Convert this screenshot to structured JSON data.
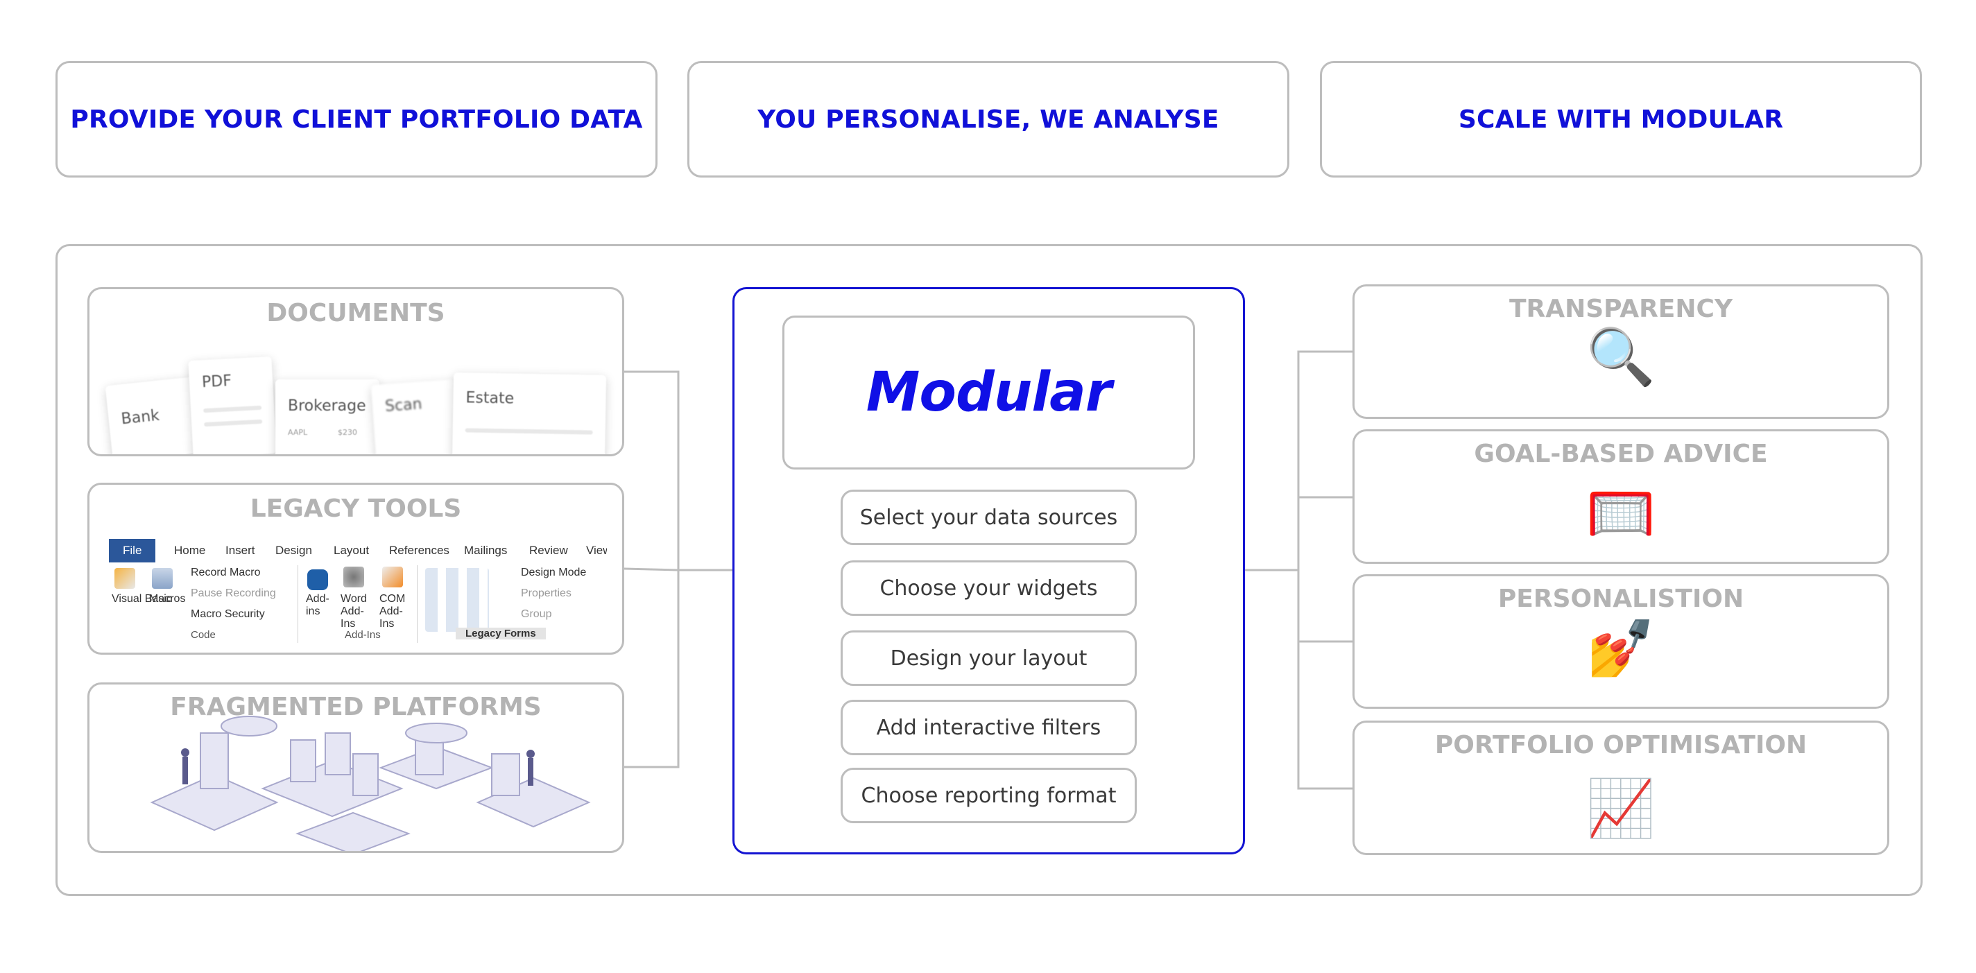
{
  "steps": [
    "PROVIDE YOUR CLIENT PORTFOLIO DATA",
    "YOU PERSONALISE, WE ANALYSE",
    "SCALE WITH MODULAR"
  ],
  "left_panels": {
    "documents": {
      "title": "DOCUMENTS",
      "cards": [
        "Bank",
        "PDF",
        "Brokerage",
        "Scan",
        "Estate"
      ],
      "card_sub": [
        "AAPL",
        "$230"
      ]
    },
    "legacy_tools": {
      "title": "LEGACY TOOLS",
      "ribbon": {
        "tabs": [
          "File",
          "Home",
          "Insert",
          "Design",
          "Layout",
          "References",
          "Mailings",
          "Review",
          "View"
        ],
        "code_group": {
          "visual_basic": "Visual Basic",
          "macros": "Macros",
          "record_macro": "Record Macro",
          "pause_recording": "Pause Recording",
          "macro_security": "Macro Security",
          "label": "Code"
        },
        "addins_group": {
          "add_ins": "Add-ins",
          "word_add_ins": "Word Add-Ins",
          "com_add_ins": "COM Add-Ins",
          "label": "Add-Ins"
        },
        "controls_group": {
          "design_mode": "Design Mode",
          "properties": "Properties",
          "group": "Group",
          "legacy_forms": "Legacy Forms"
        }
      }
    },
    "fragmented_platforms": {
      "title": "FRAGMENTED PLATFORMS"
    }
  },
  "center": {
    "logo": "Modular",
    "steps": [
      "Select your data sources",
      "Choose your widgets",
      "Design your layout",
      "Add interactive filters",
      "Choose reporting format"
    ],
    "accent_color": "#1414d2"
  },
  "right_panels": [
    {
      "title": "TRANSPARENCY",
      "emoji": "🔍",
      "icon": "magnifier-icon"
    },
    {
      "title": "GOAL-BASED ADVICE",
      "emoji": "🥅",
      "icon": "goal-net-icon"
    },
    {
      "title": "PERSONALISTION",
      "emoji": "💅",
      "icon": "nail-polish-icon"
    },
    {
      "title": "PORTFOLIO OPTIMISATION",
      "emoji": "📈",
      "icon": "chart-increasing-icon"
    }
  ],
  "colors": {
    "step_text": "#1010d8",
    "panel_title": "#b3b3b3",
    "border": "#bdbdbd"
  }
}
